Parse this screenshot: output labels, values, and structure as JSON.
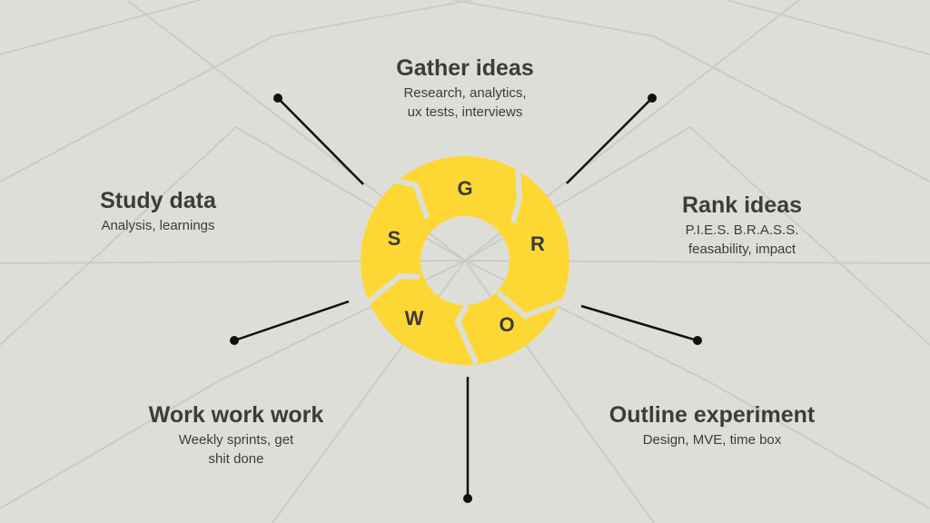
{
  "colors": {
    "ring": "#fdd835",
    "background": "#deded9",
    "text": "#3c3c3a"
  },
  "letters": [
    "G",
    "R",
    "O",
    "W",
    "S"
  ],
  "stages": [
    {
      "title": "Gather ideas",
      "lines": [
        "Research, analytics,",
        "ux tests, interviews"
      ]
    },
    {
      "title": "Rank ideas",
      "lines": [
        "P.I.E.S. B.R.A.S.S.",
        "feasability, impact"
      ]
    },
    {
      "title": "Outline experiment",
      "lines": [
        "Design, MVE, time box"
      ]
    },
    {
      "title": "Work work work",
      "lines": [
        "Weekly sprints, get",
        "shit done"
      ]
    },
    {
      "title": "Study data",
      "lines": [
        "Analysis, learnings"
      ]
    }
  ]
}
